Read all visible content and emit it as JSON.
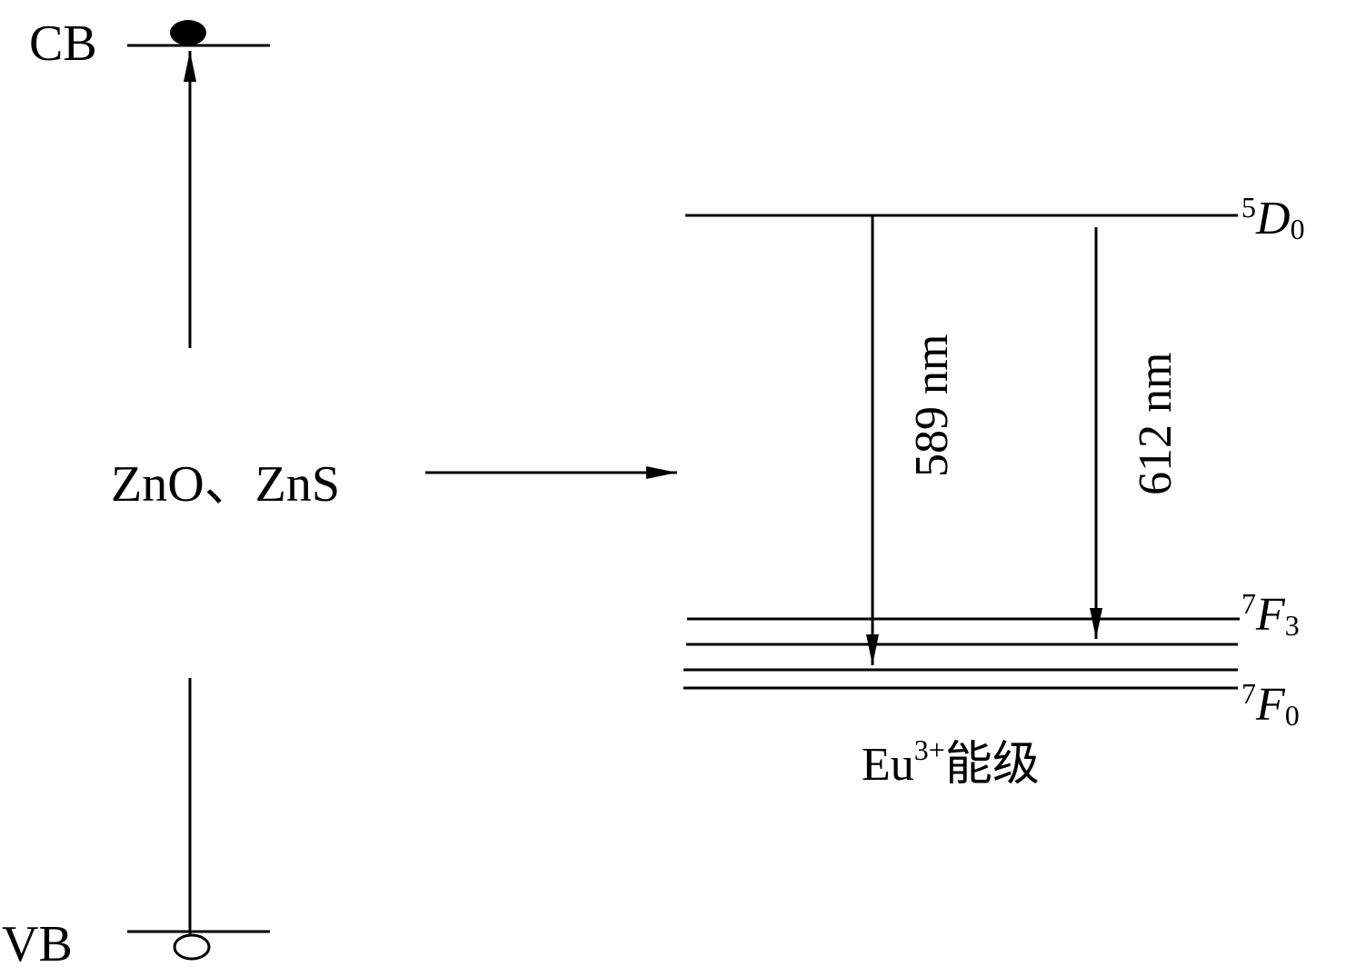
{
  "bands": {
    "cb": "CB",
    "vb": "VB",
    "host": "ZnO、ZnS"
  },
  "eu": {
    "label_base": "Eu",
    "label_charge": "3+",
    "label_suffix": "能级",
    "levels": {
      "d0": {
        "sup": "5",
        "main": "D",
        "sub": "0"
      },
      "f3": {
        "sup": "7",
        "main": "F",
        "sub": "3"
      },
      "f0": {
        "sup": "7",
        "main": "F",
        "sub": "0"
      }
    }
  },
  "transitions": [
    {
      "wavelength": "589 nm"
    },
    {
      "wavelength": "612 nm"
    }
  ],
  "colors": {
    "ink": "#000000",
    "background": "#ffffff"
  }
}
